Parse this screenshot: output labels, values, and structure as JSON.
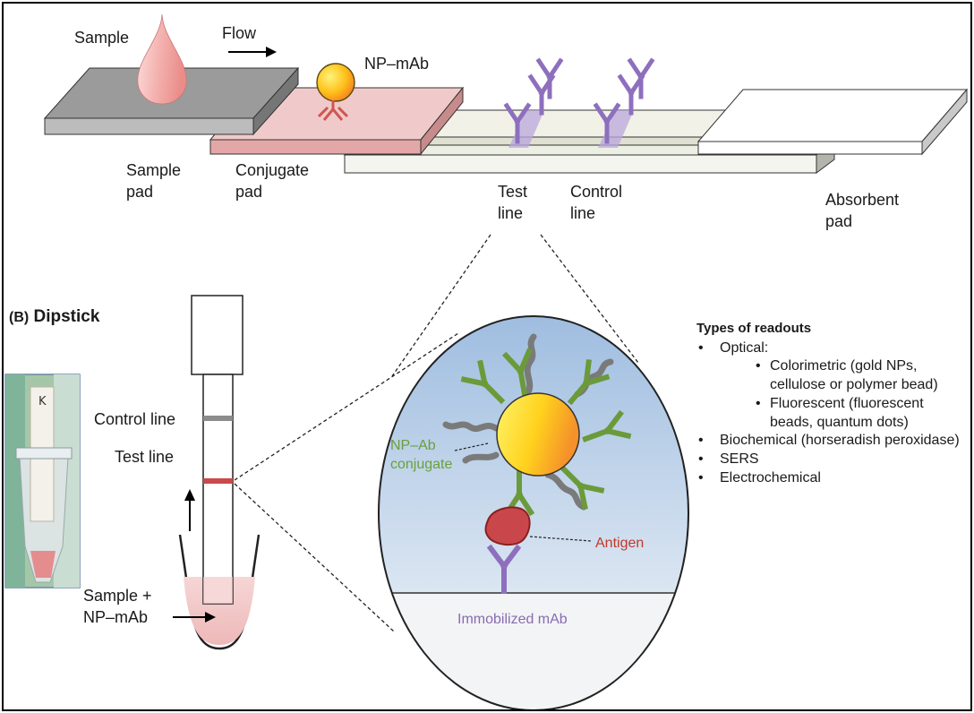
{
  "labels": {
    "sample": "Sample",
    "flow": "Flow",
    "np_mab_top": "NP–mAb",
    "sample_pad_1": "Sample",
    "sample_pad_2": "pad",
    "conjugate_pad_1": "Conjugate",
    "conjugate_pad_2": "pad",
    "test_line_1": "Test",
    "test_line_2": "line",
    "control_line_1": "Control",
    "control_line_2": "line",
    "absorbent_pad_1": "Absorbent",
    "absorbent_pad_2": "pad"
  },
  "dipstick": {
    "panel_letter": "(B)",
    "panel_title": "Dipstick",
    "control_line": "Control line",
    "test_line": "Test line",
    "sample_np_1": "Sample +",
    "sample_np_2": "NP–mAb",
    "photo_mark": "K"
  },
  "zoom": {
    "np_ab_1": "NP–Ab",
    "np_ab_2": "conjugate",
    "antigen": "Antigen",
    "immobilized": "Immobilized mAb"
  },
  "readouts": {
    "title": "Types of readouts",
    "optical": "Optical:",
    "colorimetric": "Colorimetric (gold NPs, cellulose or polymer bead)",
    "fluorescent": "Fluorescent (fluorescent beads, quantum dots)",
    "biochemical": "Biochemical (horseradish peroxidase)",
    "sers": "SERS",
    "electrochemical": "Electrochemical"
  },
  "colors": {
    "antibody_purple": "#8e6fbd",
    "antibody_green": "#6b9a3a",
    "antigen_red": "#b5373a",
    "conjugate_pad": "#e9b8b8",
    "sample_pad": "#9b9b9b",
    "test_line_red": "#c94a4a",
    "control_line_gray": "#8c8c8c"
  }
}
